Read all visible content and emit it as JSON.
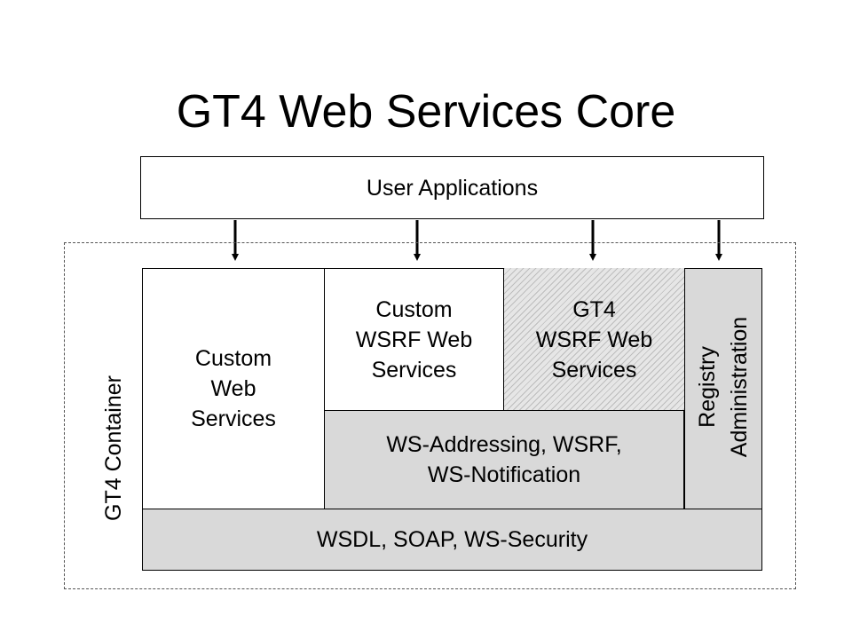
{
  "title": "GT4 Web Services Core",
  "user_applications": "User Applications",
  "container_label": "GT4 Container",
  "custom_web_services": "Custom\nWeb\nServices",
  "custom_wsrf_web_services": "Custom\nWSRF Web\nServices",
  "gt4_wsrf_web_services": "GT4\nWSRF Web\nServices",
  "ws_addressing": "WS-Addressing, WSRF,\nWS-Notification",
  "wsdl_soap": "WSDL, SOAP, WS-Security",
  "registry": "Registry",
  "administration": "Administration",
  "colors": {
    "gray_fill": "#d9d9d9",
    "hatch": "#bdbdbd"
  }
}
